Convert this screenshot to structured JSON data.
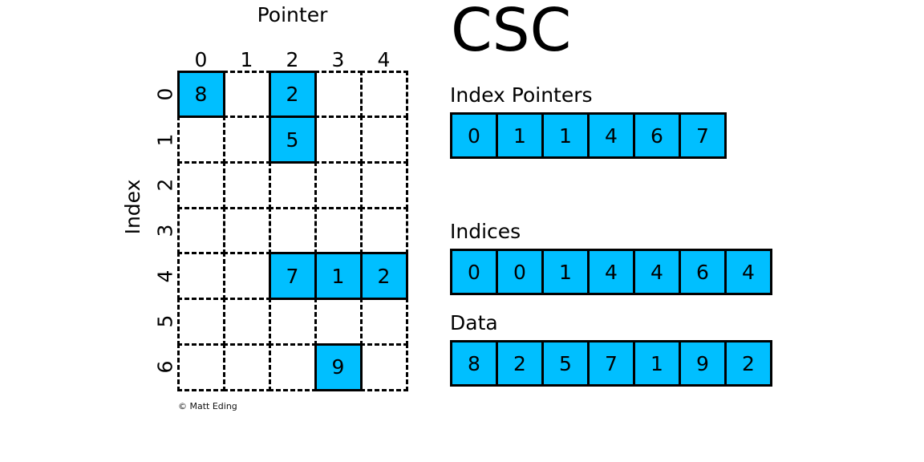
{
  "title": "CSC",
  "colors": {
    "fill": "#00bfff",
    "stroke": "#000000",
    "background": "#ffffff"
  },
  "credit": "© Matt Eding",
  "matrix": {
    "axis_titles": {
      "columns": "Pointer",
      "rows": "Index"
    },
    "column_labels": [
      "0",
      "1",
      "2",
      "3",
      "4"
    ],
    "row_labels": [
      "0",
      "1",
      "2",
      "3",
      "4",
      "5",
      "6"
    ],
    "n_rows": 7,
    "n_cols": 5,
    "cells": [
      [
        "8",
        "",
        "2",
        "",
        ""
      ],
      [
        "",
        "",
        "5",
        "",
        ""
      ],
      [
        "",
        "",
        "",
        "",
        ""
      ],
      [
        "",
        "",
        "",
        "",
        ""
      ],
      [
        "",
        "",
        "7",
        "1",
        "2"
      ],
      [
        "",
        "",
        "",
        "",
        ""
      ],
      [
        "",
        "",
        "",
        "9",
        ""
      ]
    ]
  },
  "arrays": {
    "index_pointers": {
      "label": "Index Pointers",
      "values": [
        "0",
        "1",
        "1",
        "4",
        "6",
        "7"
      ]
    },
    "indices": {
      "label": "Indices",
      "values": [
        "0",
        "0",
        "1",
        "4",
        "4",
        "6",
        "4"
      ]
    },
    "data": {
      "label": "Data",
      "values": [
        "8",
        "2",
        "5",
        "7",
        "1",
        "9",
        "2"
      ]
    }
  }
}
